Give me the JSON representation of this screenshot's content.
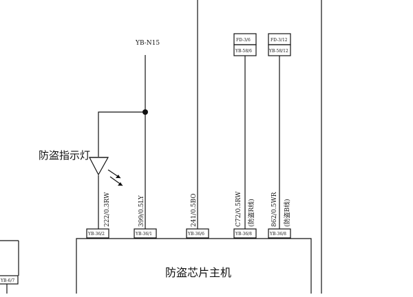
{
  "diagram": {
    "indicator_label": "防盗指示灯",
    "module_label": "防盗芯片主机",
    "top_connector_label": "YB-N15",
    "left_connector": "YB-6/7",
    "fuses": [
      {
        "top": "FD-3/6",
        "bottom": "YB-58/6"
      },
      {
        "top": "FD-3/12",
        "bottom": "YB-58/12"
      }
    ],
    "pins": [
      {
        "label": "YB-36/2",
        "wire": "222/0.3RW"
      },
      {
        "label": "YB-36/1",
        "wire": "399/0.5LY"
      },
      {
        "label": "YB-36/6",
        "wire": "241/0.5BO"
      },
      {
        "label": "YB-36/8",
        "wire": "C72/0.5RW",
        "note": "(防盗R线)"
      },
      {
        "label": "YB-36/8",
        "wire": "862/0.5WR",
        "note": "(防盗B线)"
      }
    ]
  }
}
